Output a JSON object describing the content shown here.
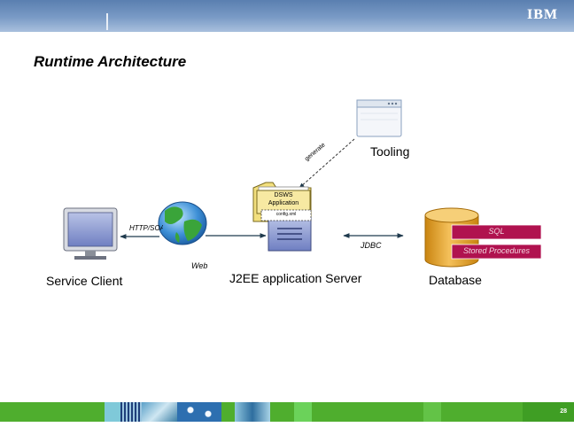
{
  "header": {
    "logo_text": "IBM"
  },
  "slide": {
    "title": "Runtime Architecture",
    "page_number": "28"
  },
  "diagram": {
    "tooling_label": "Tooling",
    "generate_label": "generate",
    "app_label_line1": "DSWS",
    "app_label_line2": "Application",
    "config_label": "config.xml",
    "protocol_label": "HTTP/SOAP",
    "web_label": "Web",
    "client_label": "Service Client",
    "server_label": "J2EE application Server",
    "jdbc_label": "JDBC",
    "database_label": "Database",
    "sql_label": "SQL",
    "stored_procedures_label": "Stored Procedures"
  },
  "colors": {
    "header": "#6f91bf",
    "db_label_fill": "#b0124f",
    "db_cylinder": "#e6a21e",
    "green_bar": "#4cae2d"
  }
}
